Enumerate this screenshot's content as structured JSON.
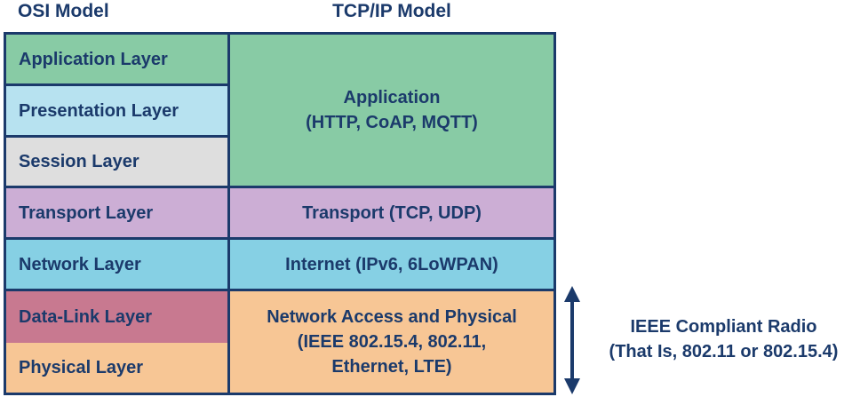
{
  "headers": {
    "osi": "OSI Model",
    "tcpip": "TCP/IP Model"
  },
  "osi_layers": [
    {
      "label": "Application Layer",
      "color": "#88cba5"
    },
    {
      "label": "Presentation Layer",
      "color": "#b7e2f0"
    },
    {
      "label": "Session Layer",
      "color": "#dedede"
    },
    {
      "label": "Transport Layer",
      "color": "#ccaed5"
    },
    {
      "label": "Network Layer",
      "color": "#86d0e4"
    },
    {
      "label": "Data-Link Layer",
      "color": "#c87990"
    },
    {
      "label": "Physical Layer",
      "color": "#f7c695"
    }
  ],
  "tcpip_layers": [
    {
      "lines": [
        "Application",
        "(HTTP, CoAP, MQTT)"
      ],
      "color": "#88cba5"
    },
    {
      "lines": [
        "Transport (TCP, UDP)"
      ],
      "color": "#ccaed5"
    },
    {
      "lines": [
        "Internet (IPv6, 6LoWPAN)"
      ],
      "color": "#86d0e4"
    },
    {
      "lines": [
        "Network Access and Physical",
        "(IEEE 802.15.4, 802.11,",
        "Ethernet, LTE)"
      ],
      "color": "#f7c695"
    }
  ],
  "radio": {
    "lines": [
      "IEEE Compliant Radio",
      "(That Is, 802.11 or 802.15.4)"
    ]
  },
  "colors": {
    "text": "#1b3a6b",
    "border": "#1b3a6b"
  }
}
